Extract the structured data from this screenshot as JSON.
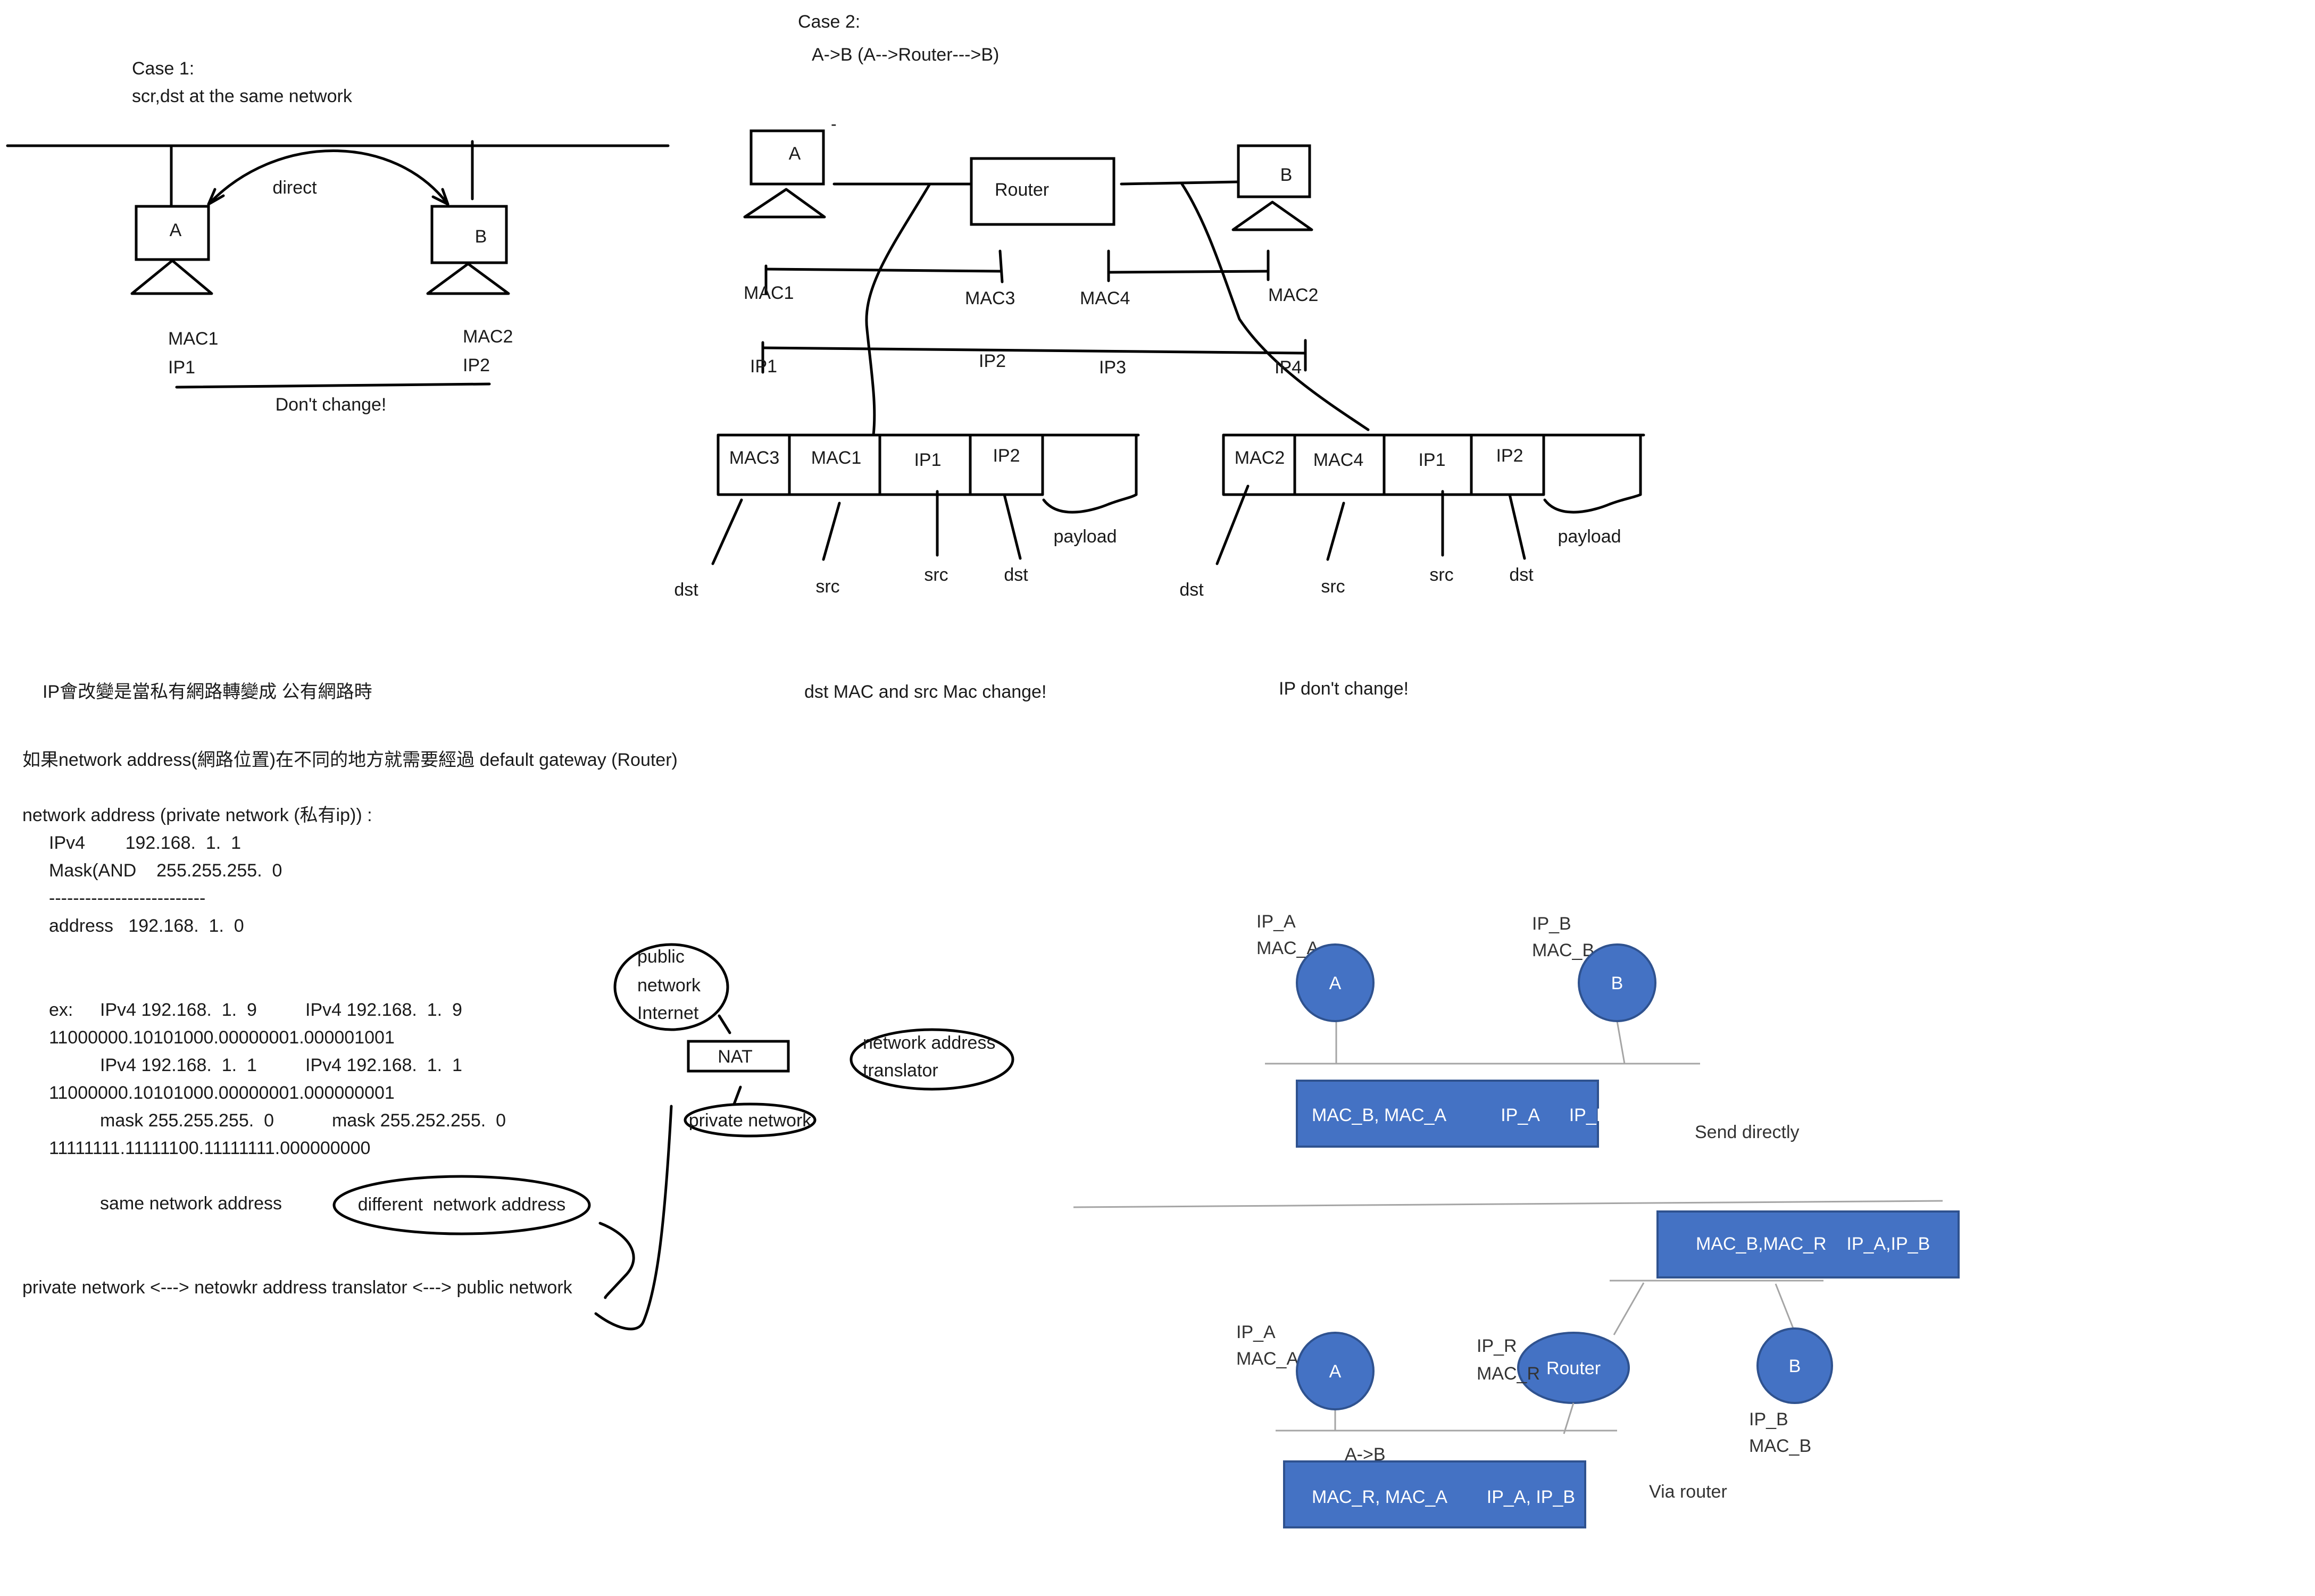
{
  "case1": {
    "title": "Case 1:",
    "subtitle": "scr,dst at the same network",
    "host_a": "A",
    "host_b": "B",
    "edge_label": "direct",
    "mac_a": "MAC1",
    "ip_a": "IP1",
    "mac_b": "MAC2",
    "ip_b": "IP2",
    "note": "Don't change!"
  },
  "case2": {
    "title": "Case 2:",
    "path": "A->B  (A-->Router--->B)",
    "host_a": "A",
    "router": "Router",
    "host_b": "B",
    "tick": "-",
    "labels": {
      "mac1": "MAC1",
      "mac3": "MAC3",
      "mac4": "MAC4",
      "mac2": "MAC2",
      "ip1": "IP1",
      "ip2": "IP2",
      "ip3": "IP3",
      "ip4": "IP4"
    },
    "frame1": {
      "cells": [
        "MAC3",
        "MAC1",
        "IP1",
        "IP2"
      ],
      "payload": "payload",
      "roles": [
        "dst",
        "src",
        "src",
        "dst"
      ]
    },
    "frame2": {
      "cells": [
        "MAC2",
        "MAC4",
        "IP1",
        "IP2"
      ],
      "payload": "payload",
      "roles": [
        "dst",
        "src",
        "src",
        "dst"
      ]
    },
    "note_mac": "dst MAC and src Mac change!",
    "note_ip": "IP don't change!"
  },
  "notes": {
    "ip_change": "IP會改變是當私有網路轉變成    公有網路時",
    "gateway": "如果network address(網路位置)在不同的地方就需要經過 default gateway (Router)",
    "network_address": "network address (private network (私有ip)) :",
    "ipv4_line": "IPv4        192.168.  1.  1",
    "mask_line": "Mask(AND    255.255.255.  0",
    "dash_line": "--------------------------",
    "address_line": "address   192.168.  1.  0"
  },
  "example": {
    "ex_label": "ex:",
    "r1a": "IPv4 192.168.  1.  9",
    "r1b": "IPv4 192.168.  1.  9",
    "r2": "11000000.10101000.00000001.000001001",
    "r3a": "IPv4 192.168.  1.  1",
    "r3b": "IPv4 192.168.  1.  1",
    "r4": "11000000.10101000.00000001.000000001",
    "r5a": "mask 255.255.255.  0",
    "r5b": "mask 255.252.255.  0",
    "r6": "11111111.11111100.11111111.000000000",
    "same": "same network address",
    "different": "different  network address",
    "translator": "private network <---> netowkr address translator <---> public network"
  },
  "nat": {
    "public_lines": [
      "public",
      "network",
      "Internet"
    ],
    "nat_label": "NAT",
    "private_label": "private network",
    "translator_lines": [
      "network address",
      "translator"
    ]
  },
  "direct_diagram": {
    "ip_a": "IP_A",
    "mac_a": "MAC_A",
    "node_a": "A",
    "ip_b": "IP_B",
    "mac_b": "MAC_B",
    "node_b": "B",
    "packet": "MAC_B, MAC_A           IP_A      IP_B",
    "caption": "Send directly"
  },
  "router_diagram": {
    "packet_top": "MAC_B,MAC_R    IP_A,IP_B",
    "ip_a": "IP_A",
    "mac_a": "MAC_A",
    "node_a": "A",
    "ip_r": "IP_R",
    "mac_r": "MAC_R",
    "router": "Router",
    "node_b": "B",
    "ip_b": "IP_B",
    "mac_b": "MAC_B",
    "arrow": "A->B",
    "packet_bottom": "MAC_R, MAC_A        IP_A, IP_B",
    "caption": "Via router"
  },
  "colors": {
    "node_blue": "#4472c4",
    "node_border": "#2f528f",
    "rule_gray": "#a5a5a5"
  }
}
